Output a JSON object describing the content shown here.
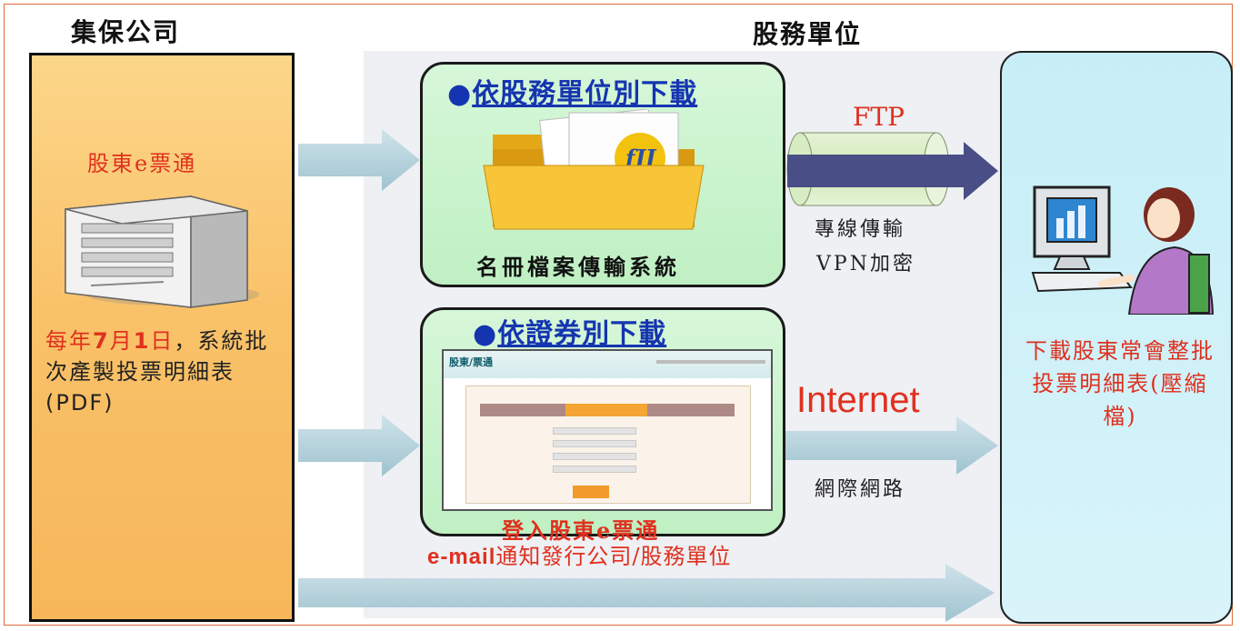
{
  "titles": {
    "left": "集保公司",
    "right": "股務單位"
  },
  "left_column": {
    "subtitle": "股東e票通",
    "desc_red": "每年",
    "desc_month": "7",
    "desc_month_unit": "月",
    "desc_day": "1",
    "desc_day_unit": "日",
    "desc_rest1": "，系統批次產製投票明細表(PDF)"
  },
  "box_top": {
    "bullet": "●",
    "title": "依股務單位別下載",
    "caption": "名冊檔案傳輸系統"
  },
  "box_bottom": {
    "bullet": "●",
    "title": "依證券別下載",
    "caption": "登入股東e票通"
  },
  "links": {
    "ftp_label": "FTP",
    "ftp_note1": "專線傳輸",
    "ftp_note2": "VPN加密",
    "internet_label": "Internet",
    "internet_note": "網際網路",
    "email_prefix": "e-mail",
    "email_rest": "通知發行公司/股務單位"
  },
  "right_panel": {
    "text": "下載股東常會整批投票明細表(壓縮檔)"
  },
  "colors": {
    "red": "#e0301e",
    "blue_title": "#1535b0",
    "orange": "#f9c269",
    "green_box": "#c6f2c9",
    "blue_panel": "#cfeff7",
    "arrow": "#b6d2db",
    "ftp_arrow": "#4a4e86"
  }
}
